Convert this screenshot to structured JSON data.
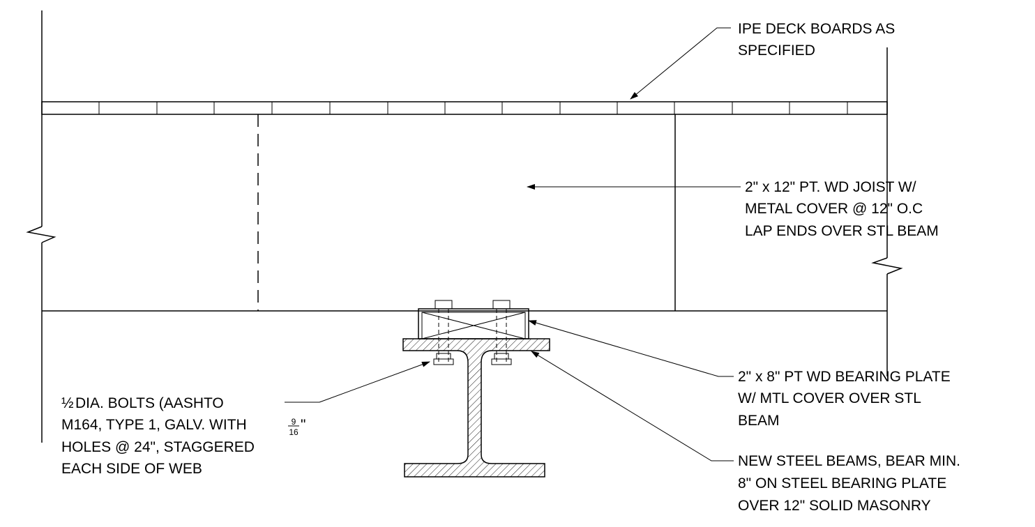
{
  "notes": {
    "deck": [
      "IPE DECK BOARDS AS",
      "SPECIFIED"
    ],
    "joist": [
      "2\" x 12\" PT. WD JOIST W/",
      "METAL COVER @ 12\" O.C",
      "LAP ENDS OVER STL BEAM"
    ],
    "bearing_plate": [
      "2\" x 8\" PT WD BEARING PLATE",
      "W/ MTL COVER OVER STL",
      "BEAM"
    ],
    "steel_beam": [
      "NEW STEEL BEAMS, BEAR MIN.",
      "8\" ON STEEL BEARING PLATE",
      "OVER 12\" SOLID MASONRY"
    ],
    "bolts": {
      "line1": "DIA. BOLTS (AASHTO",
      "line2": "M164, TYPE 1, GALV. WITH",
      "line3": "HOLES @ 24\", STAGGERED",
      "line4": "EACH SIDE OF WEB",
      "half": "½",
      "frac_num": "9",
      "frac_den": "16",
      "inch": "\""
    }
  }
}
